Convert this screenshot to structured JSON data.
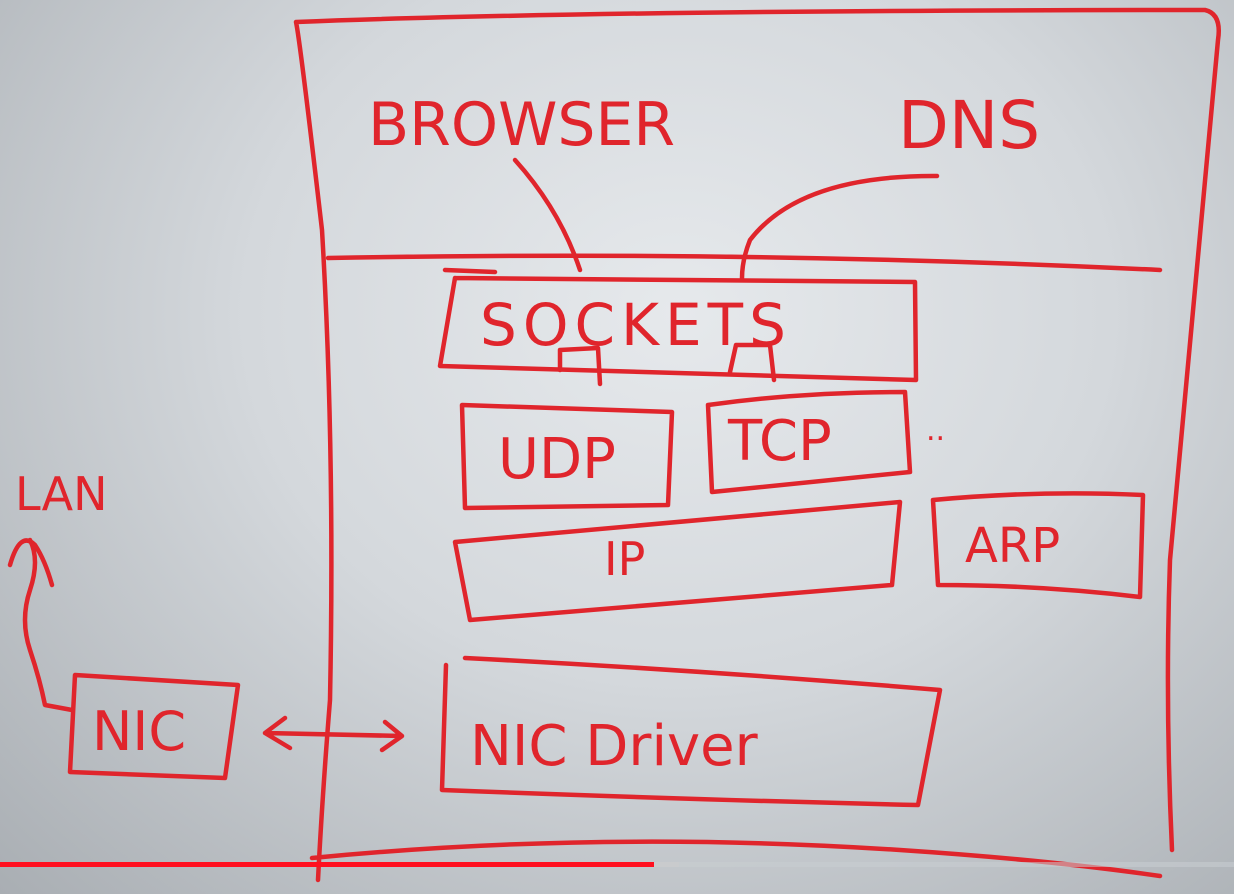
{
  "diagram": {
    "labels": {
      "browser": "BROWSER",
      "dns": "DNS",
      "sockets": "SOCKETS",
      "udp": "UDP",
      "tcp": "TCP",
      "ellipsis": "..",
      "ip": "IP",
      "arp": "ARP",
      "lan": "LAN",
      "nic": "NIC",
      "nic_driver": "NIC Driver"
    },
    "ink_color": "#e0252c"
  },
  "player": {
    "progress_percent": 53,
    "buffered_percent": 55,
    "played_color": "#ff0f1f"
  }
}
